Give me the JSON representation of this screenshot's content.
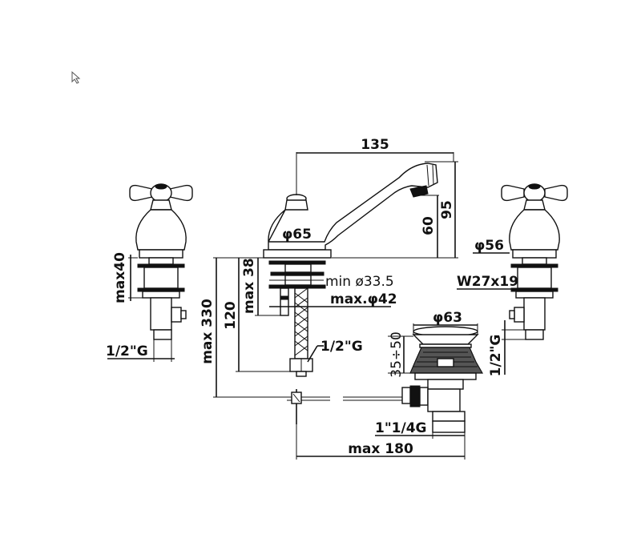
{
  "diagram": {
    "labels": {
      "spout_reach": "135",
      "spout_height": "95",
      "spout_base_height": "60",
      "spout_base_diameter": "φ65",
      "min_hole": "min ø33.5",
      "max_hole": "max.φ42",
      "left_max40": "max40",
      "left_thread": "1/2\"G",
      "total_height": "max 330",
      "flex_length": "120",
      "thickness": "max 38",
      "flex_thread": "1/2\"G",
      "waste_diameter": "φ63",
      "waste_range": "35÷50",
      "waste_outlet": "1\"1/4G",
      "max_spread": "max 180",
      "right_diameter": "φ56",
      "right_thread_spec": "W27x19",
      "right_thread": "1/2\"G"
    }
  }
}
